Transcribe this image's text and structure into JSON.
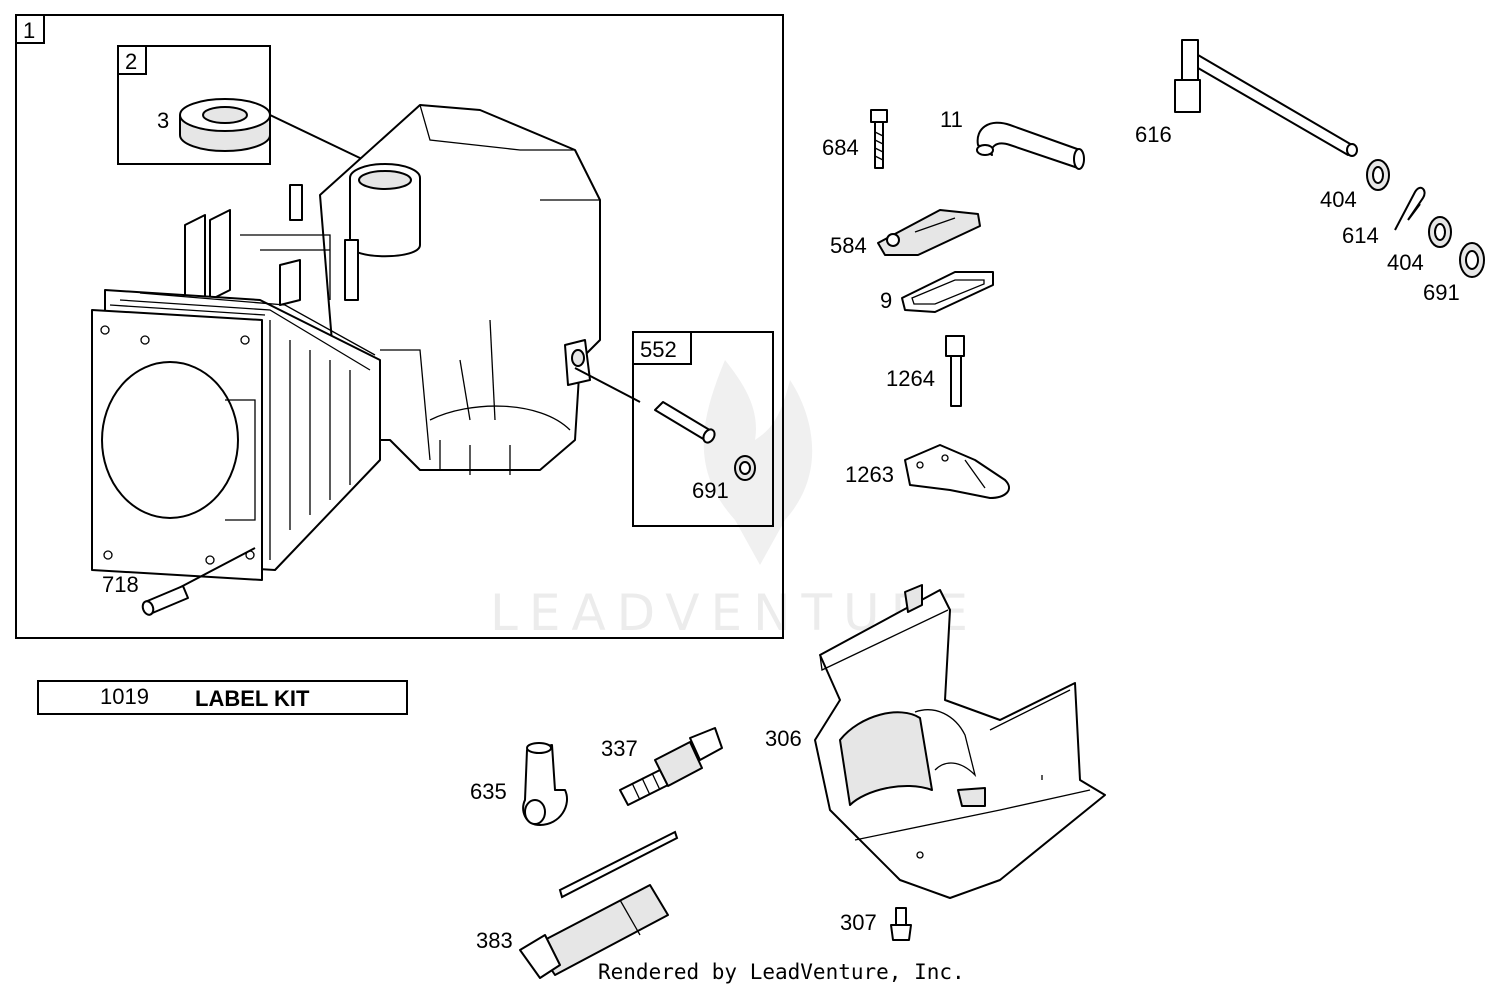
{
  "watermark": "LEADVENTURE",
  "footer": "Rendered by LeadVenture, Inc.",
  "label_kit": {
    "number": "1019",
    "text": "LABEL KIT"
  },
  "boxes": {
    "main": "1",
    "sub_bearing": "2",
    "sub_pin": "552"
  },
  "callouts": {
    "c3": "3",
    "c718": "718",
    "c691a": "691",
    "c684": "684",
    "c11": "11",
    "c616": "616",
    "c404a": "404",
    "c614": "614",
    "c404b": "404",
    "c691b": "691",
    "c584": "584",
    "c9": "9",
    "c1264": "1264",
    "c1263": "1263",
    "c306": "306",
    "c307": "307",
    "c337": "337",
    "c635": "635",
    "c383": "383"
  },
  "icons": [
    "engine-block-icon",
    "bearing-seal-icon",
    "dowel-pin-icon",
    "spark-plug-icon",
    "bolt-icon",
    "heat-shield-icon"
  ]
}
